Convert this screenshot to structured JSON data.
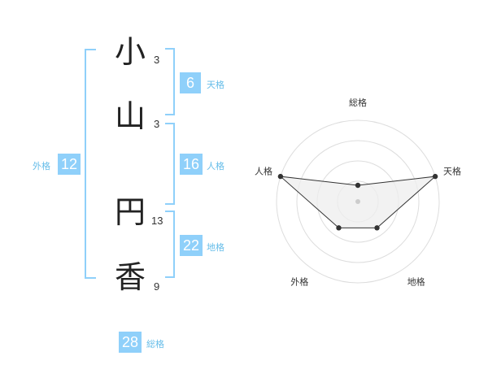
{
  "name": {
    "chars": [
      {
        "char": "小",
        "strokes": "3"
      },
      {
        "char": "山",
        "strokes": "3"
      },
      {
        "char": "円",
        "strokes": "13"
      },
      {
        "char": "香",
        "strokes": "9"
      }
    ]
  },
  "fortunes": {
    "tenkaku": {
      "value": "6",
      "label": "天格"
    },
    "jinkaku": {
      "value": "16",
      "label": "人格"
    },
    "chikaku": {
      "value": "22",
      "label": "地格"
    },
    "gaikaku": {
      "value": "12",
      "label": "外格"
    },
    "soukaku": {
      "value": "28",
      "label": "総格"
    }
  },
  "chart_data": {
    "type": "radar",
    "axes": [
      "総格",
      "天格",
      "地格",
      "外格",
      "人格"
    ],
    "values": [
      1,
      5,
      2,
      2,
      5
    ],
    "max": 5,
    "rings": 4,
    "colors": {
      "line": "#333333",
      "fill": "#eeeeee",
      "grid": "#dddddd",
      "point": "#333333",
      "center": "#cccccc"
    }
  }
}
